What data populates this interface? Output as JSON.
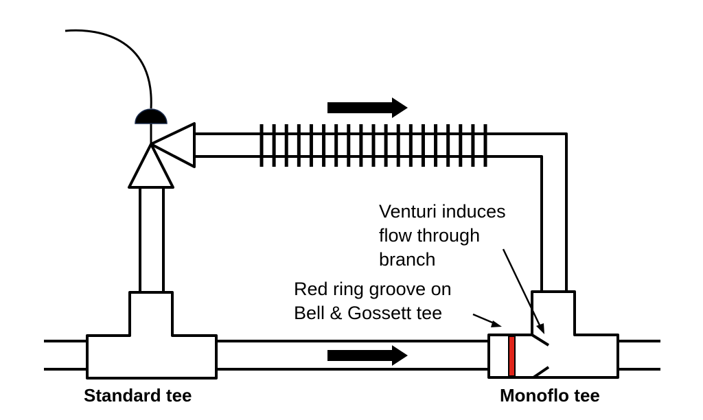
{
  "diagram": {
    "title": "Monoflo tee piping loop",
    "labels": {
      "standard_tee": "Standard tee",
      "monoflo_tee": "Monoflo tee",
      "venturi_line1": "Venturi induces",
      "venturi_line2": "flow through",
      "venturi_line3": "branch",
      "ring_line1": "Red ring groove on",
      "ring_line2": "Bell & Gossett tee"
    },
    "components": {
      "valve": "three-way valve with actuator",
      "terminal_unit": "finned-tube baseboard",
      "fin_count": 19,
      "flow_direction": "left-to-right"
    },
    "colors": {
      "line": "#000000",
      "red_ring": "#e0251b",
      "background": "#ffffff"
    }
  }
}
